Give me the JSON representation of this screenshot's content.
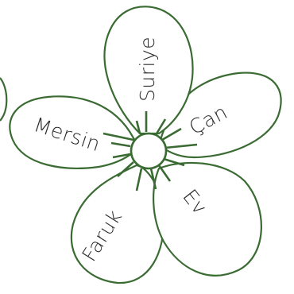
{
  "flower": {
    "petals": [
      {
        "id": "top",
        "word": "Suriye"
      },
      {
        "id": "right",
        "word": "Çan"
      },
      {
        "id": "left",
        "word": "Mersin"
      },
      {
        "id": "bottom-right",
        "word": "Ev"
      },
      {
        "id": "bottom-left",
        "word": "Faruk"
      }
    ],
    "colors": {
      "outline": "#3a6b32",
      "text": "#2a2a2a",
      "background": "#ffffff"
    }
  }
}
